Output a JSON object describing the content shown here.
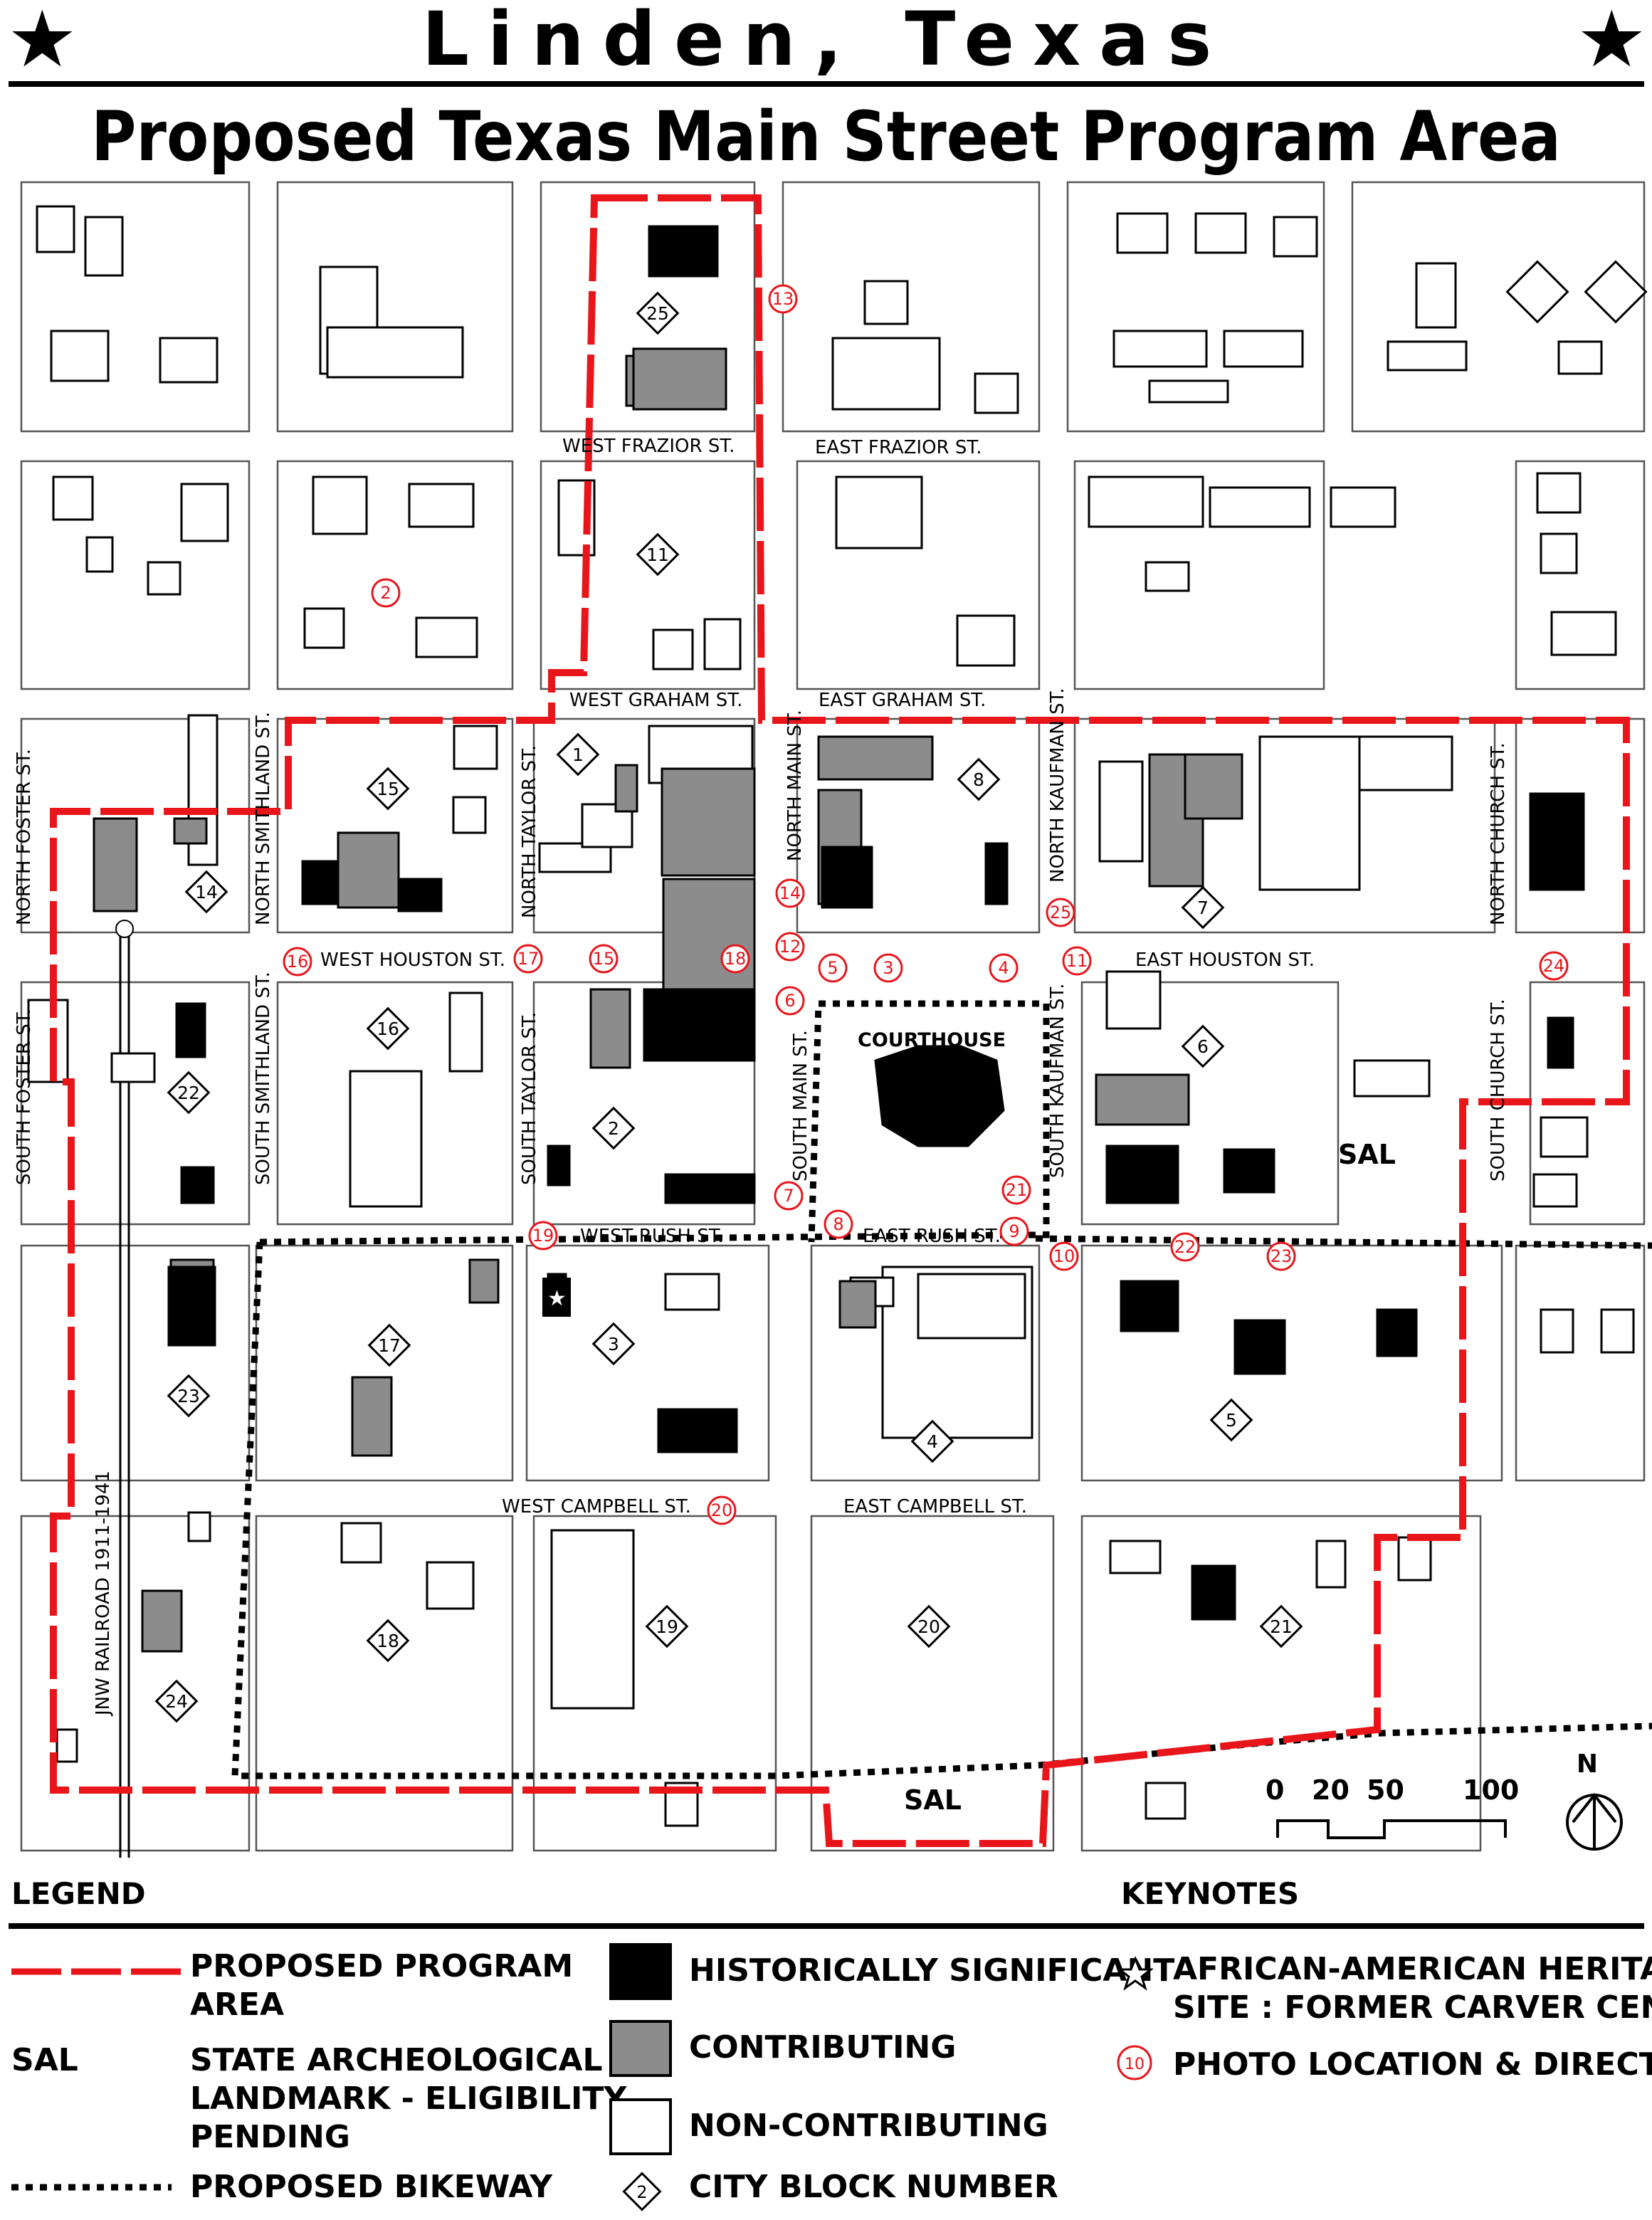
{
  "header": {
    "title": "Linden, Texas",
    "subtitle": "Proposed Texas Main Street Program Area"
  },
  "colors": {
    "program_area": "#e8161b",
    "historically_significant": "#000000",
    "contributing": "#8c8c8c",
    "non_contributing": "#ffffff",
    "bikeway": "#000000"
  },
  "streets": {
    "west_frazior": "WEST FRAZIOR ST.",
    "east_frazior": "EAST FRAZIOR ST.",
    "west_graham": "WEST GRAHAM ST.",
    "east_graham": "EAST GRAHAM ST.",
    "west_houston": "WEST HOUSTON ST.",
    "east_houston": "EAST HOUSTON ST.",
    "west_rush": "WEST RUSH ST.",
    "east_rush": "EAST RUSH ST.",
    "west_campbell": "WEST CAMPBELL ST.",
    "east_campbell": "EAST CAMPBELL ST.",
    "north_foster": "NORTH FOSTER ST.",
    "south_foster": "SOUTH FOSTER ST.",
    "north_smithland": "NORTH SMITHLAND ST.",
    "south_smithland": "SOUTH SMITHLAND ST.",
    "north_taylor": "NORTH TAYLOR ST.",
    "south_taylor": "SOUTH TAYLOR ST.",
    "north_main": "NORTH MAIN ST.",
    "south_main": "SOUTH MAIN ST.",
    "north_kaufman": "NORTH KAUFMAN ST.",
    "south_kaufman": "SOUTH KAUFMAN ST.",
    "north_church": "NORTH CHURCH ST.",
    "south_church": "SOUTH CHURCH ST.",
    "railroad": "JNW RAILROAD 1911-1941"
  },
  "labels": {
    "courthouse": "COURTHOUSE",
    "sal": "SAL",
    "north": "N",
    "scale": [
      "0",
      "20",
      "50",
      "100"
    ]
  },
  "blocks": [
    "1",
    "2",
    "3",
    "4",
    "5",
    "6",
    "7",
    "8",
    "11",
    "14",
    "15",
    "16",
    "17",
    "18",
    "19",
    "20",
    "21",
    "22",
    "23",
    "24",
    "25"
  ],
  "photo_points": [
    "2",
    "3",
    "4",
    "5",
    "6",
    "7",
    "8",
    "9",
    "10",
    "11",
    "12",
    "13",
    "14",
    "15",
    "16",
    "16",
    "17",
    "18",
    "19",
    "20",
    "21",
    "22",
    "23",
    "24",
    "25"
  ],
  "legend": {
    "heading": "LEGEND",
    "keynotes_heading": "KEYNOTES",
    "program_area_l1": "PROPOSED PROGRAM",
    "program_area_l2": "AREA",
    "sal_abbr": "SAL",
    "sal_l1": "STATE ARCHEOLOGICAL",
    "sal_l2": "LANDMARK - ELIGIBILITY",
    "sal_l3": "PENDING",
    "bikeway": "PROPOSED BIKEWAY",
    "historic": "HISTORICALLY SIGNIFICANT",
    "contributing": "CONTRIBUTING",
    "non_contributing": "NON-CONTRIBUTING",
    "city_block": "CITY BLOCK NUMBER",
    "city_block_sample": "2",
    "heritage_l1": "AFRICAN-AMERICAN HERITAGE",
    "heritage_l2": "SITE : FORMER CARVER CENTER",
    "photo": "PHOTO LOCATION & DIRECTION",
    "photo_sample": "10"
  }
}
